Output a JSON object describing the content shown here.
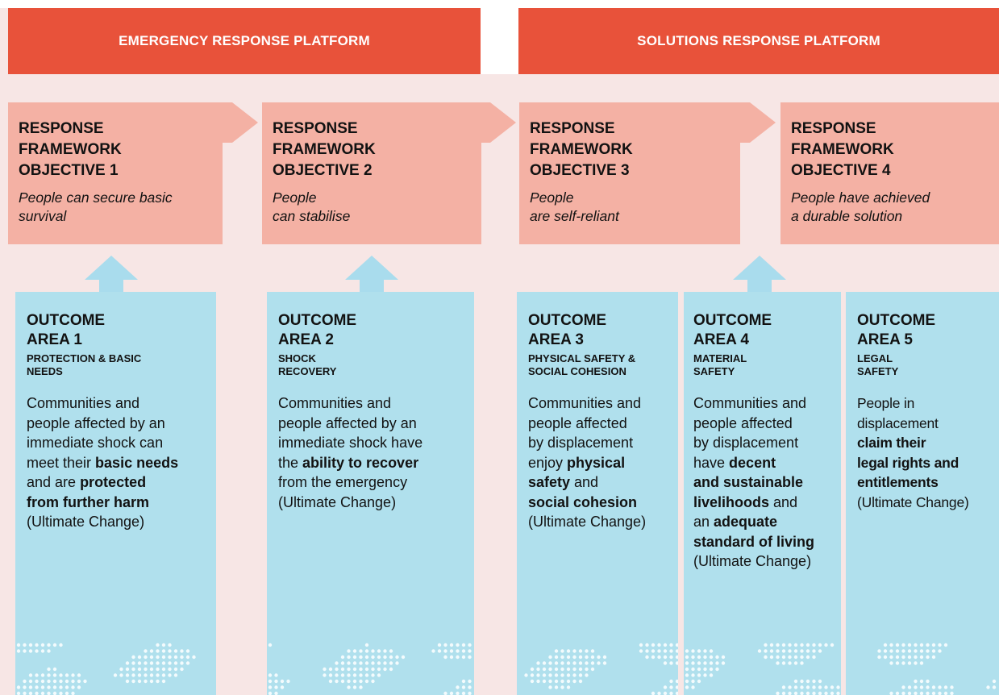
{
  "platforms": [
    {
      "label": "EMERGENCY RESPONSE PLATFORM"
    },
    {
      "label": "SOLUTIONS RESPONSE PLATFORM"
    }
  ],
  "colors": {
    "background": "#f7e6e5",
    "platform": "#e8523a",
    "objective": "#f4b1a4",
    "outcome": "#b0e0ed",
    "arrow_up": "#a9dced"
  },
  "objectives": [
    {
      "title": "RESPONSE\nFRAMEWORK\nOBJECTIVE 1",
      "description": "People can secure basic\nsurvival"
    },
    {
      "title": "RESPONSE\nFRAMEWORK\nOBJECTIVE 2",
      "description": "People\ncan stabilise"
    },
    {
      "title": "RESPONSE\nFRAMEWORK\nOBJECTIVE 3",
      "description": "People\nare self-reliant"
    },
    {
      "title": "RESPONSE\nFRAMEWORK\nOBJECTIVE 4",
      "description": "People have achieved\na durable solution"
    }
  ],
  "outcomes": [
    {
      "title": "OUTCOME\nAREA 1",
      "subtitle": "PROTECTION & BASIC\nNEEDS",
      "body": [
        {
          "t": "Communities and\npeople affected by an\nimmediate shock can\nmeet their ",
          "b": false
        },
        {
          "t": "basic needs",
          "b": true
        },
        {
          "t": "\nand are ",
          "b": false
        },
        {
          "t": "protected\nfrom further harm",
          "b": true
        },
        {
          "t": "\n(Ultimate Change)",
          "b": false
        }
      ]
    },
    {
      "title": "OUTCOME\nAREA 2",
      "subtitle": "SHOCK\nRECOVERY",
      "body": [
        {
          "t": "Communities and\npeople affected by an\nimmediate shock have\nthe ",
          "b": false
        },
        {
          "t": "ability to recover",
          "b": true
        },
        {
          "t": "\nfrom the emergency\n(Ultimate Change)",
          "b": false
        }
      ]
    },
    {
      "title": "OUTCOME\nAREA 3",
      "subtitle": "PHYSICAL SAFETY &\nSOCIAL COHESION",
      "body": [
        {
          "t": "Communities and\npeople affected\nby displacement\nenjoy ",
          "b": false
        },
        {
          "t": "physical\nsafety",
          "b": true
        },
        {
          "t": " and\n",
          "b": false
        },
        {
          "t": "social cohesion",
          "b": true
        },
        {
          "t": "\n(Ultimate Change)",
          "b": false
        }
      ]
    },
    {
      "title": "OUTCOME\nAREA 4",
      "subtitle": "MATERIAL\nSAFETY",
      "body": [
        {
          "t": "Communities and\npeople affected\nby displacement\nhave ",
          "b": false
        },
        {
          "t": "decent\nand sustainable\nlivelihoods",
          "b": true
        },
        {
          "t": " and\nan ",
          "b": false
        },
        {
          "t": "adequate\nstandard of living",
          "b": true
        },
        {
          "t": "\n(Ultimate Change)",
          "b": false
        }
      ]
    },
    {
      "title": "OUTCOME\nAREA 5",
      "subtitle": "LEGAL\nSAFETY",
      "body": [
        {
          "t": "People in\ndisplacement\n",
          "b": false
        },
        {
          "t": "claim their\nlegal rights and\nentitlements",
          "b": true
        },
        {
          "t": "\n(Ultimate Change)",
          "b": false
        }
      ]
    }
  ]
}
